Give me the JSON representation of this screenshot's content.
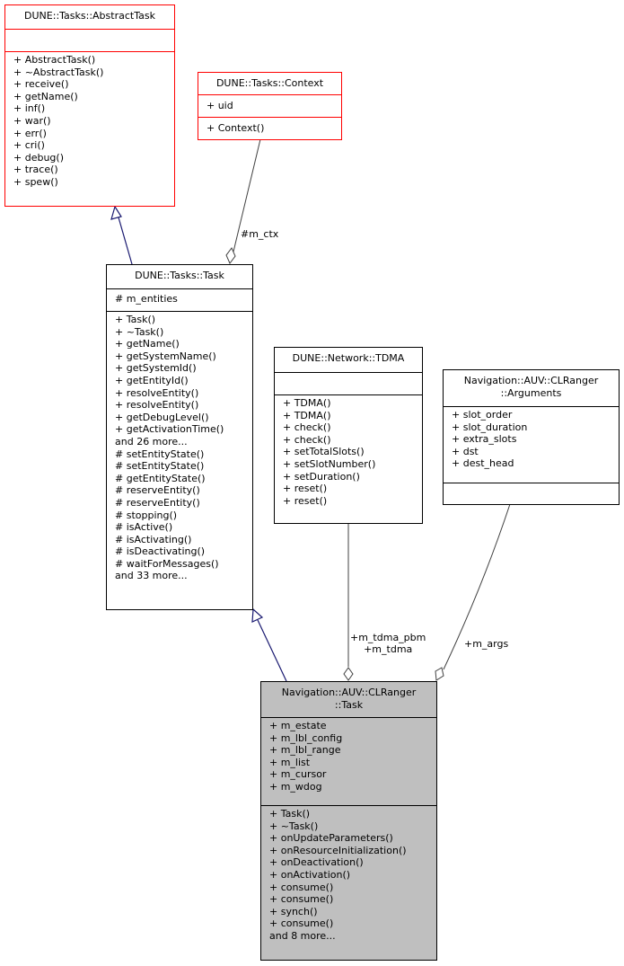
{
  "diagram": {
    "type": "uml-collaboration",
    "classes": {
      "abstract_task": {
        "name": "DUNE::Tasks::AbstractTask",
        "attributes": [],
        "methods": [
          "+ AbstractTask()",
          "+ ~AbstractTask()",
          "+ receive()",
          "+ getName()",
          "+ inf()",
          "+ war()",
          "+ err()",
          "+ cri()",
          "+ debug()",
          "+ trace()",
          "+ spew()"
        ],
        "border_color": "#ff0000"
      },
      "context": {
        "name": "DUNE::Tasks::Context",
        "attributes": [
          "+ uid"
        ],
        "methods": [
          "+ Context()"
        ],
        "border_color": "#ff0000"
      },
      "task": {
        "name": "DUNE::Tasks::Task",
        "attributes": [
          "# m_entities"
        ],
        "methods": [
          "+ Task()",
          "+ ~Task()",
          "+ getName()",
          "+ getSystemName()",
          "+ getSystemId()",
          "+ getEntityId()",
          "+ resolveEntity()",
          "+ resolveEntity()",
          "+ getDebugLevel()",
          "+ getActivationTime()",
          "and 26 more...",
          "# setEntityState()",
          "# setEntityState()",
          "# getEntityState()",
          "# reserveEntity()",
          "# reserveEntity()",
          "# stopping()",
          "# isActive()",
          "# isActivating()",
          "# isDeactivating()",
          "# waitForMessages()",
          "and 33 more..."
        ],
        "border_color": "#000000"
      },
      "tdma": {
        "name": "DUNE::Network::TDMA",
        "attributes": [],
        "methods": [
          "+ TDMA()",
          "+ TDMA()",
          "+ check()",
          "+ check()",
          "+ setTotalSlots()",
          "+ setSlotNumber()",
          "+ setDuration()",
          "+ reset()",
          "+ reset()"
        ],
        "border_color": "#000000"
      },
      "arguments": {
        "name_line1": "Navigation::AUV::CLRanger",
        "name_line2": "::Arguments",
        "attributes": [
          "+ slot_order",
          "+ slot_duration",
          "+ extra_slots",
          "+ dst",
          "+ dest_head"
        ],
        "methods": [],
        "border_color": "#000000"
      },
      "clranger_task": {
        "name_line1": "Navigation::AUV::CLRanger",
        "name_line2": "::Task",
        "attributes": [
          "+ m_estate",
          "+ m_lbl_config",
          "+ m_lbl_range",
          "+ m_list",
          "+ m_cursor",
          "+ m_wdog"
        ],
        "methods": [
          "+ Task()",
          "+ ~Task()",
          "+ onUpdateParameters()",
          "+ onResourceInitialization()",
          "+ onDeactivation()",
          "+ onActivation()",
          "+ consume()",
          "+ consume()",
          "+ synch()",
          "+ consume()",
          "and 8 more..."
        ],
        "fill_color": "#bfbfbf"
      }
    },
    "edges": {
      "ctx_label": "#m_ctx",
      "tdma_label_1": "+m_tdma_pbm",
      "tdma_label_2": "+m_tdma",
      "args_label": "+m_args"
    },
    "colors": {
      "inheritance_edge": "#191970",
      "composition_edge": "#404040",
      "highlight_border": "#ff0000"
    }
  }
}
